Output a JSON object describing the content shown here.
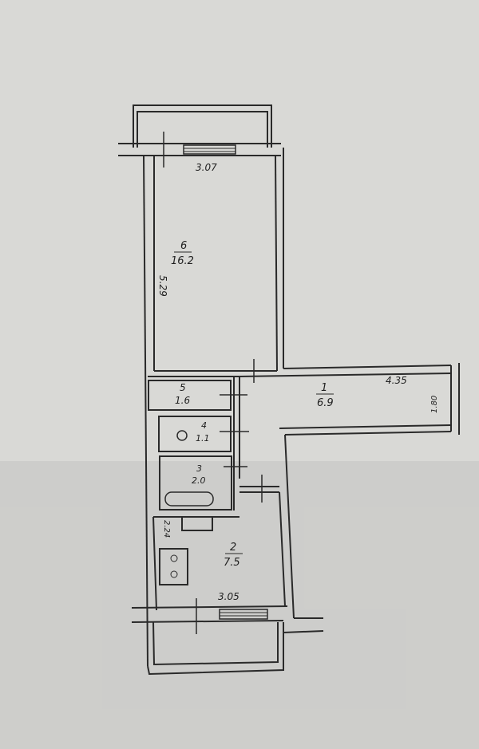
{
  "rooms": [
    {
      "number": "6",
      "area": "16.2"
    },
    {
      "number": "5",
      "area": "1.6"
    },
    {
      "number": "1",
      "area": "6.9"
    },
    {
      "number": "4",
      "area": "1.1"
    },
    {
      "number": "3",
      "area": "2.0"
    },
    {
      "number": "2",
      "area": "7.5"
    }
  ],
  "dimensions": {
    "room6_width": "3.07",
    "room6_length": "5.29",
    "hall_length": "4.35",
    "hall_width": "1.80",
    "kitchen_length": "2.24",
    "kitchen_width": "3.05"
  },
  "colors": {
    "paper": "#d9d9d6",
    "ink": "#2a2a2a"
  }
}
